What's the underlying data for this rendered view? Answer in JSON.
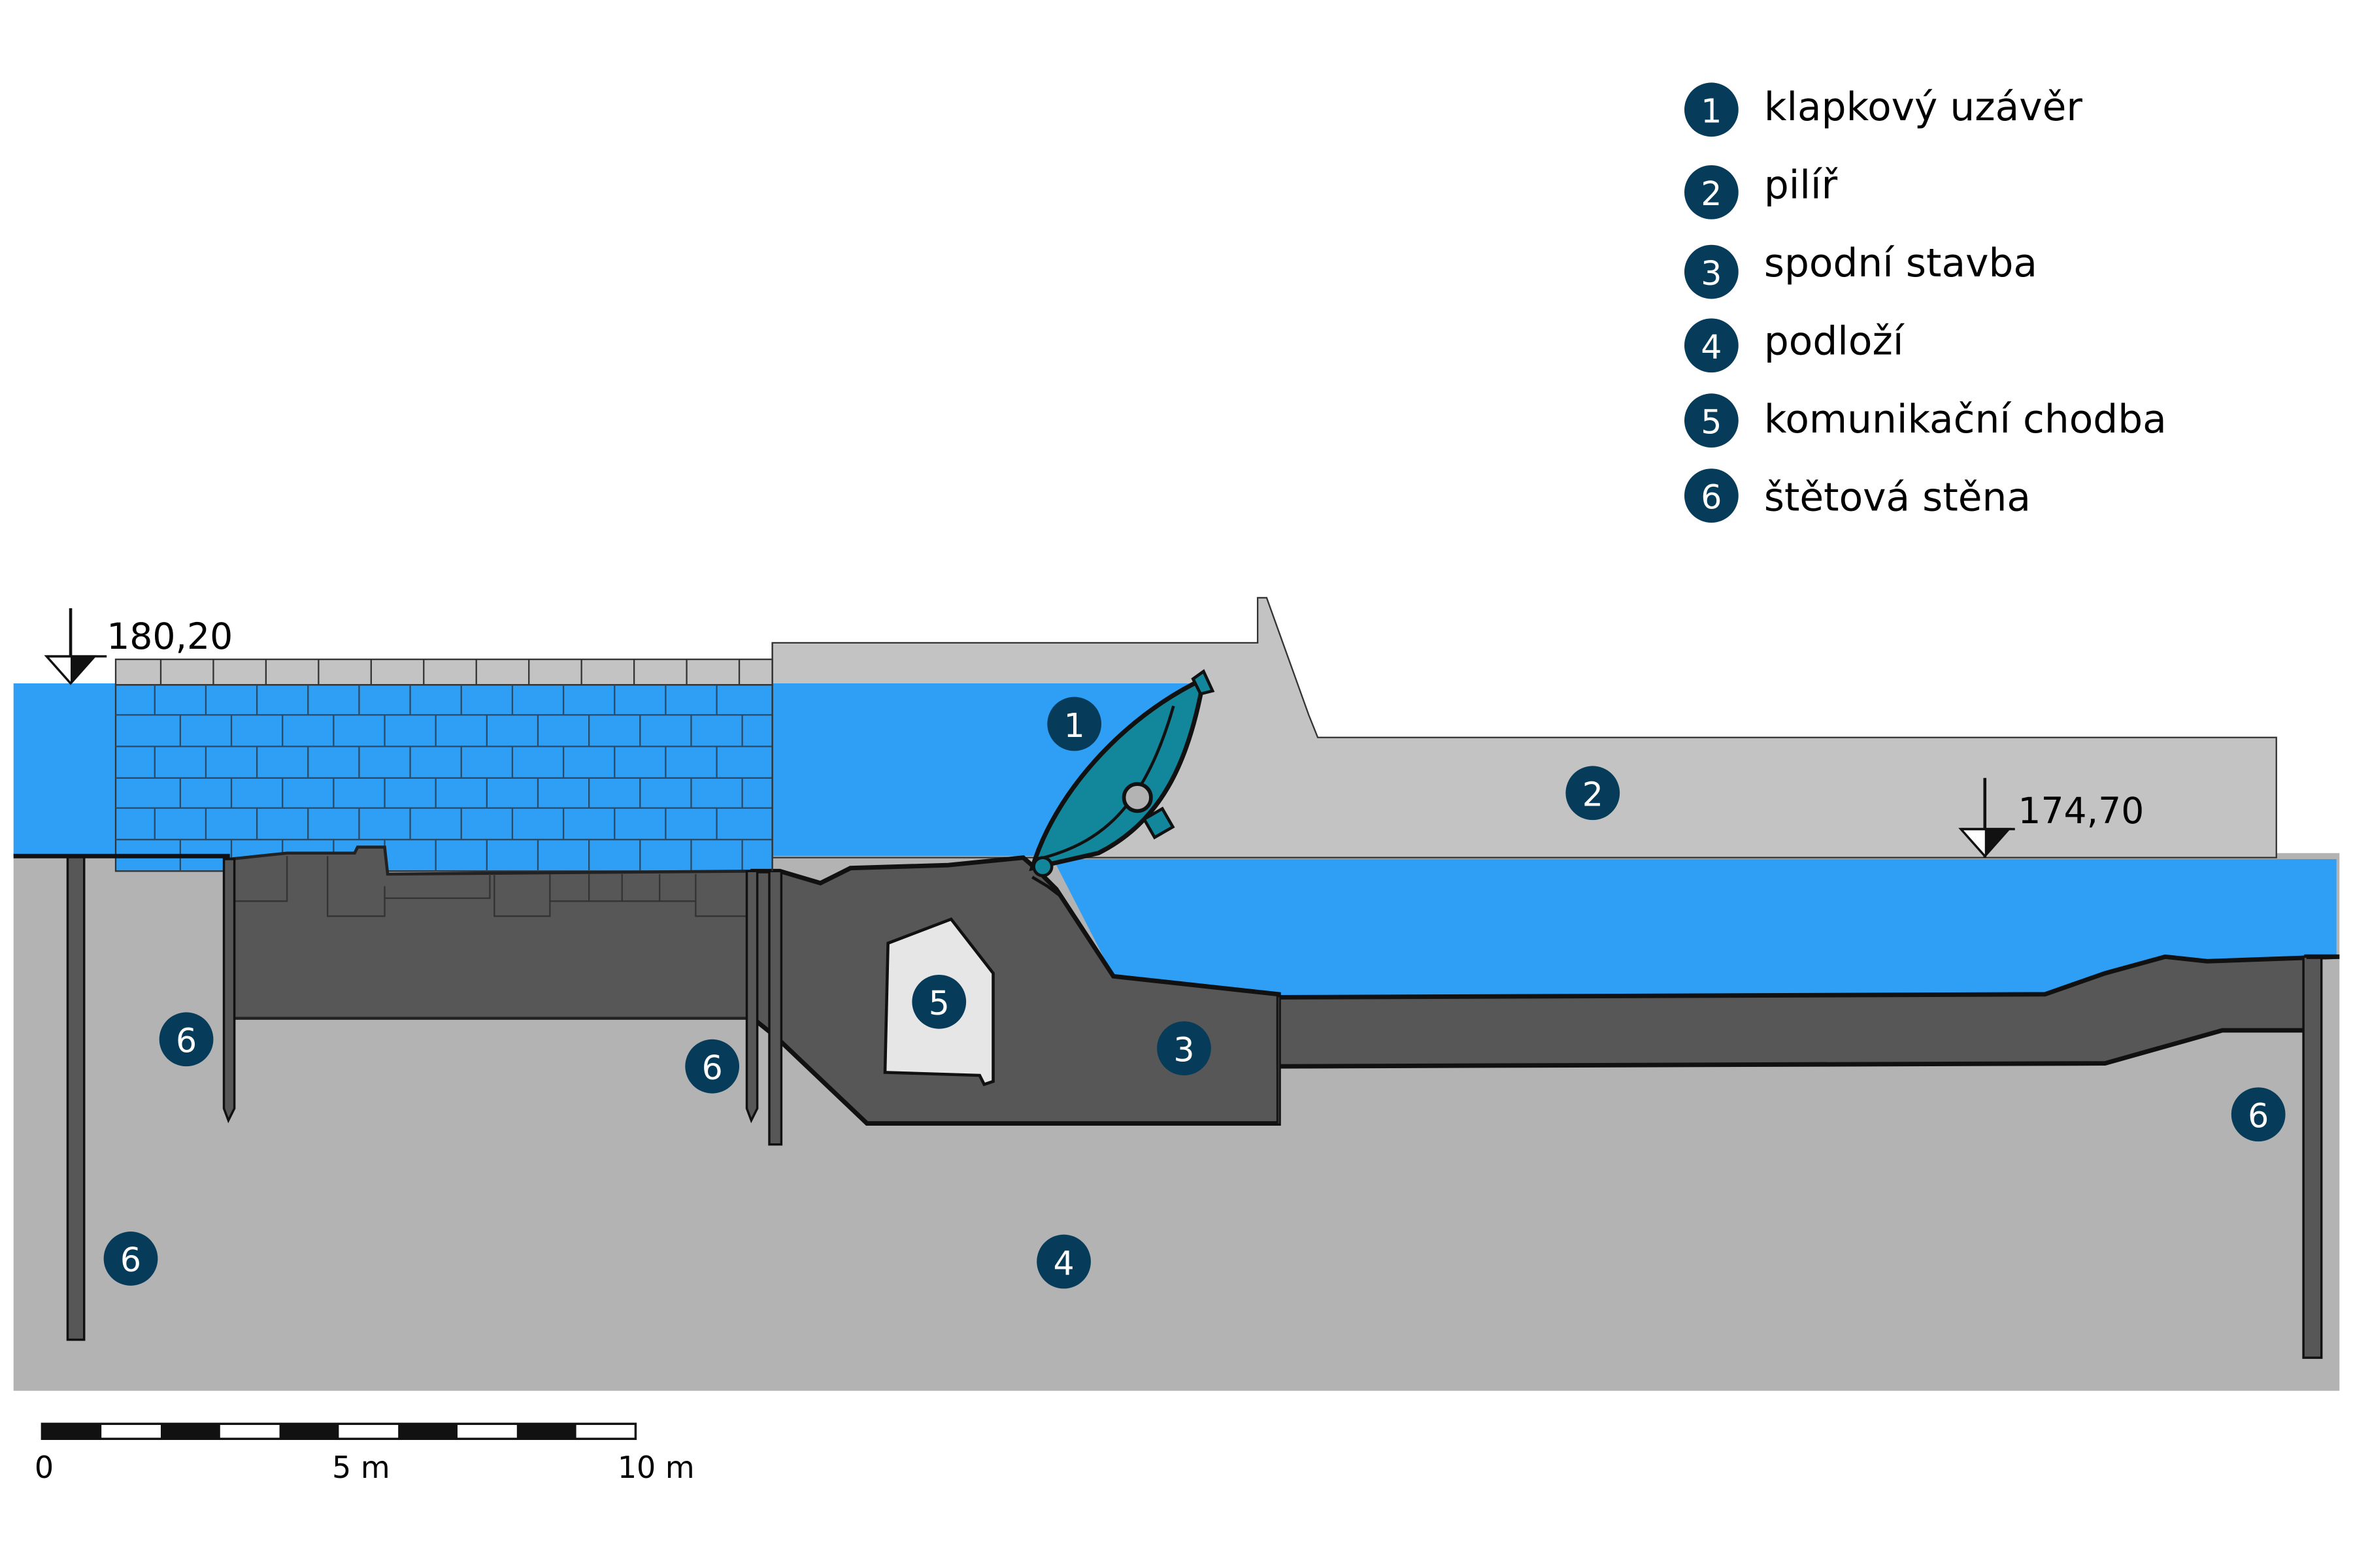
{
  "legend": [
    {
      "number": "1",
      "label": "klapkový uzávěr"
    },
    {
      "number": "2",
      "label": "pilíř"
    },
    {
      "number": "3",
      "label": "spodní stavba"
    },
    {
      "number": "4",
      "label": "podloží"
    },
    {
      "number": "5",
      "label": "komunikační chodba"
    },
    {
      "number": "6",
      "label": "štětová stěna"
    }
  ],
  "levels": {
    "upstream": "180,20",
    "downstream": "174,70"
  },
  "scale": {
    "labels": [
      "0",
      "5 m",
      "10 m"
    ]
  },
  "markers": [
    "1",
    "2",
    "3",
    "4",
    "5",
    "6",
    "6",
    "6",
    "6"
  ],
  "colors": {
    "water": "#2e9ff5",
    "subsoil": "#b3b3b3",
    "pier": "#c3c3c3",
    "substructure": "#575757",
    "gate": "#12879c",
    "marker": "#063c5a",
    "sheet_pile": "#575757"
  }
}
